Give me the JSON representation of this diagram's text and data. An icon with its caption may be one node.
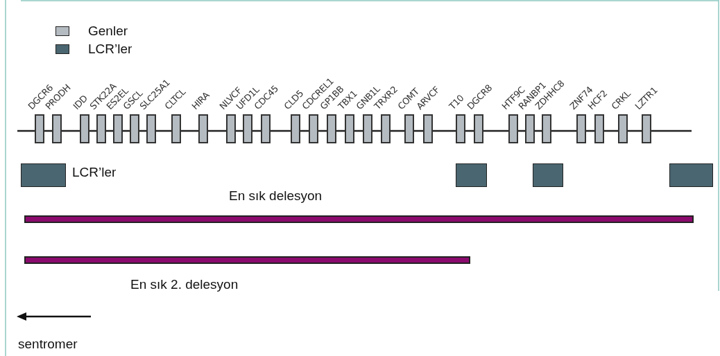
{
  "diagram": {
    "nodes": [
      {
        "text": [
          "DGCR6"
        ]
      },
      {
        "text": [
          "PRODH"
        ]
      },
      {
        "text": [
          "IDD"
        ]
      },
      {
        "text": [
          "STK22A"
        ]
      },
      {
        "text": [
          "ES2EL"
        ]
      },
      {
        "text": [
          "GSCL"
        ]
      },
      {
        "text": [
          "SLC25A1"
        ]
      },
      {
        "text": [
          "CLTCL"
        ]
      },
      {
        "text": [
          "HIRA"
        ]
      },
      {
        "text": [
          "NLVCF"
        ]
      },
      {
        "text": [
          "UFD1L"
        ]
      },
      {
        "text": [
          "CDC45"
        ]
      },
      {
        "text": [
          "CLD5"
        ]
      },
      {
        "text": [
          "CDCREL1"
        ]
      },
      {
        "text": [
          "GP1BB"
        ]
      },
      {
        "text": [
          "TBX1"
        ]
      },
      {
        "text": [
          "GNB1L"
        ]
      },
      {
        "text": [
          "TRXR2"
        ]
      },
      {
        "text": [
          "COMT"
        ]
      },
      {
        "text": [
          "ARVCF"
        ]
      },
      {
        "text": [
          "T10"
        ]
      },
      {
        "text": [
          "DGCR8"
        ]
      },
      {
        "text": [
          "HTF9C"
        ]
      },
      {
        "text": [
          "RANBP1"
        ]
      },
      {
        "text": [
          "ZDHHC8"
        ]
      },
      {
        "text": [
          "ZNF74"
        ]
      },
      {
        "text": [
          "HCF2"
        ]
      },
      {
        "text": [
          "CRKL"
        ]
      },
      {
        "text": [
          "LZTR1"
        ]
      },
      {
        "text": [],
        "shape": "box"
      },
      {
        "text": [],
        "shape": "box"
      },
      {
        "text": [],
        "shape": "box"
      },
      {
        "text": [],
        "shape": "box"
      },
      {
        "text": [],
        "shape": "bar",
        "beside": [
          "En sık delesyon"
        ]
      },
      {
        "text": [],
        "shape": "bar",
        "beside": [
          "En sık 2. delesyon"
        ]
      }
    ],
    "edges": [],
    "labels": [
      "LCR’ler",
      "sentromer"
    ],
    "legend": [
      {
        "text": "Genler",
        "color": "#b4bbc1"
      },
      {
        "text": "LCR’ler",
        "color": "#4a6670"
      }
    ]
  }
}
